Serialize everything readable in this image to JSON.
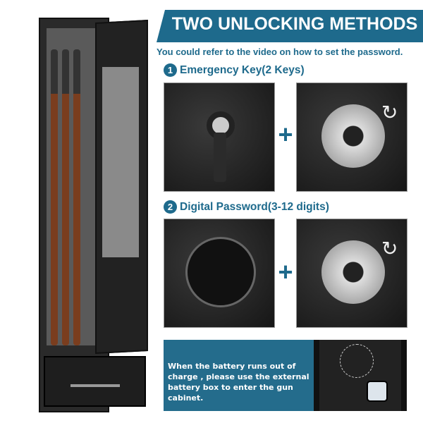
{
  "header": {
    "title": "TWO UNLOCKING METHODS",
    "subtitle": "You could refer to the video on how to set the password."
  },
  "steps": [
    {
      "number": "1",
      "label": "Emergency Key(2 Keys)"
    },
    {
      "number": "2",
      "label": "Digital Password(3-12 digits)"
    }
  ],
  "plus_symbol": "+",
  "battery_note": "When the battery runs out of charge , please use the external battery box to enter the gun cabinet.",
  "colors": {
    "accent": "#1e6a8c",
    "info_box": "#246c8c"
  }
}
